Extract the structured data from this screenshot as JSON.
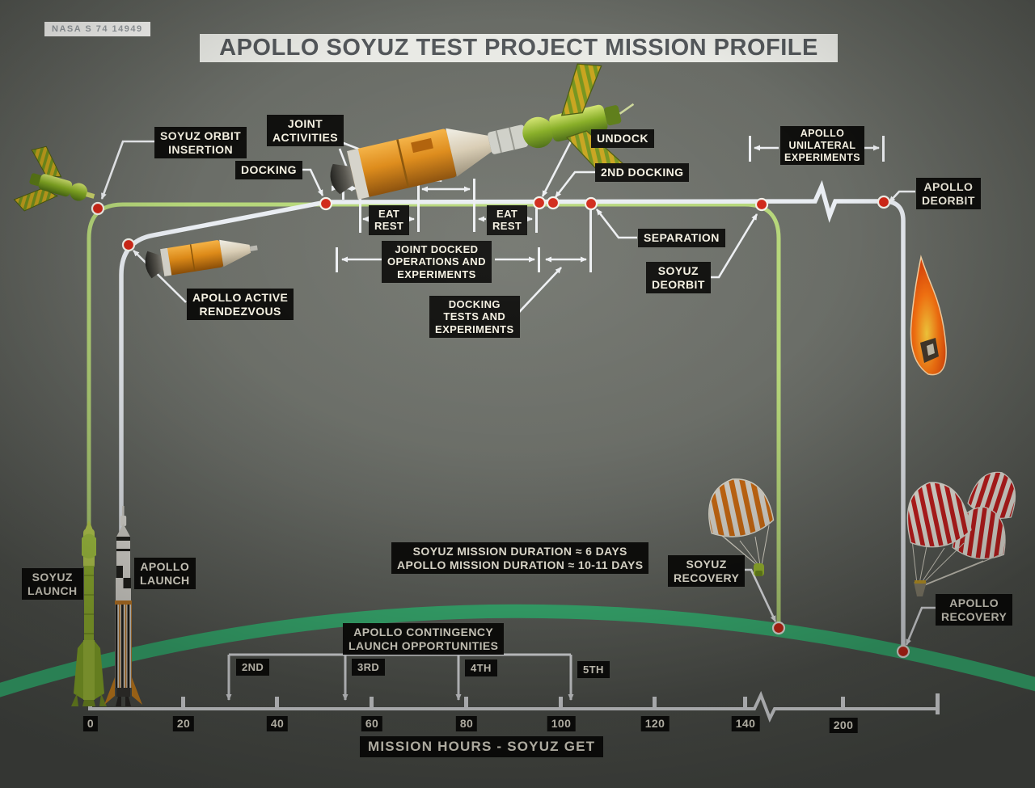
{
  "photo_label": "NASA S 74 14949",
  "title": "APOLLO SOYUZ TEST PROJECT MISSION PROFILE",
  "events": {
    "soyuz_orbit_insertion": "SOYUZ ORBIT\nINSERTION",
    "joint_activities": "JOINT\nACTIVITIES",
    "docking": "DOCKING",
    "undock": "UNDOCK",
    "second_docking": "2ND DOCKING",
    "separation": "SEPARATION",
    "soyuz_deorbit": "SOYUZ\nDEORBIT",
    "apollo_unilateral_experiments": "APOLLO\nUNILATERAL\nEXPERIMENTS",
    "apollo_deorbit": "APOLLO\nDEORBIT",
    "eat_rest": "EAT\nREST",
    "joint_docked_operations": "JOINT DOCKED\nOPERATIONS AND\nEXPERIMENTS",
    "docking_tests": "DOCKING\nTESTS AND\nEXPERIMENTS",
    "apollo_active_rendezvous": "APOLLO ACTIVE\nRENDEZVOUS",
    "soyuz_launch": "SOYUZ\nLAUNCH",
    "apollo_launch": "APOLLO\nLAUNCH",
    "soyuz_recovery": "SOYUZ\nRECOVERY",
    "apollo_recovery": "APOLLO\nRECOVERY"
  },
  "durations": "SOYUZ MISSION DURATION ≈ 6 DAYS\nAPOLLO MISSION DURATION ≈ 10-11 DAYS",
  "contingency": {
    "title": "APOLLO CONTINGENCY\nLAUNCH OPPORTUNITIES",
    "opportunities": [
      "2ND",
      "3RD",
      "4TH",
      "5TH"
    ]
  },
  "axis": {
    "ticks": [
      "0",
      "20",
      "40",
      "60",
      "80",
      "100",
      "120",
      "140",
      "200"
    ],
    "caption": "MISSION HOURS - SOYUZ GET"
  },
  "colors": {
    "soyuz_track": "#b6d77a",
    "apollo_track": "#e9edf2",
    "event_dot": "#d02818",
    "horizon": "#3cb878",
    "label_bg": "#0f0f0d",
    "label_text": "#f6f2e3"
  }
}
